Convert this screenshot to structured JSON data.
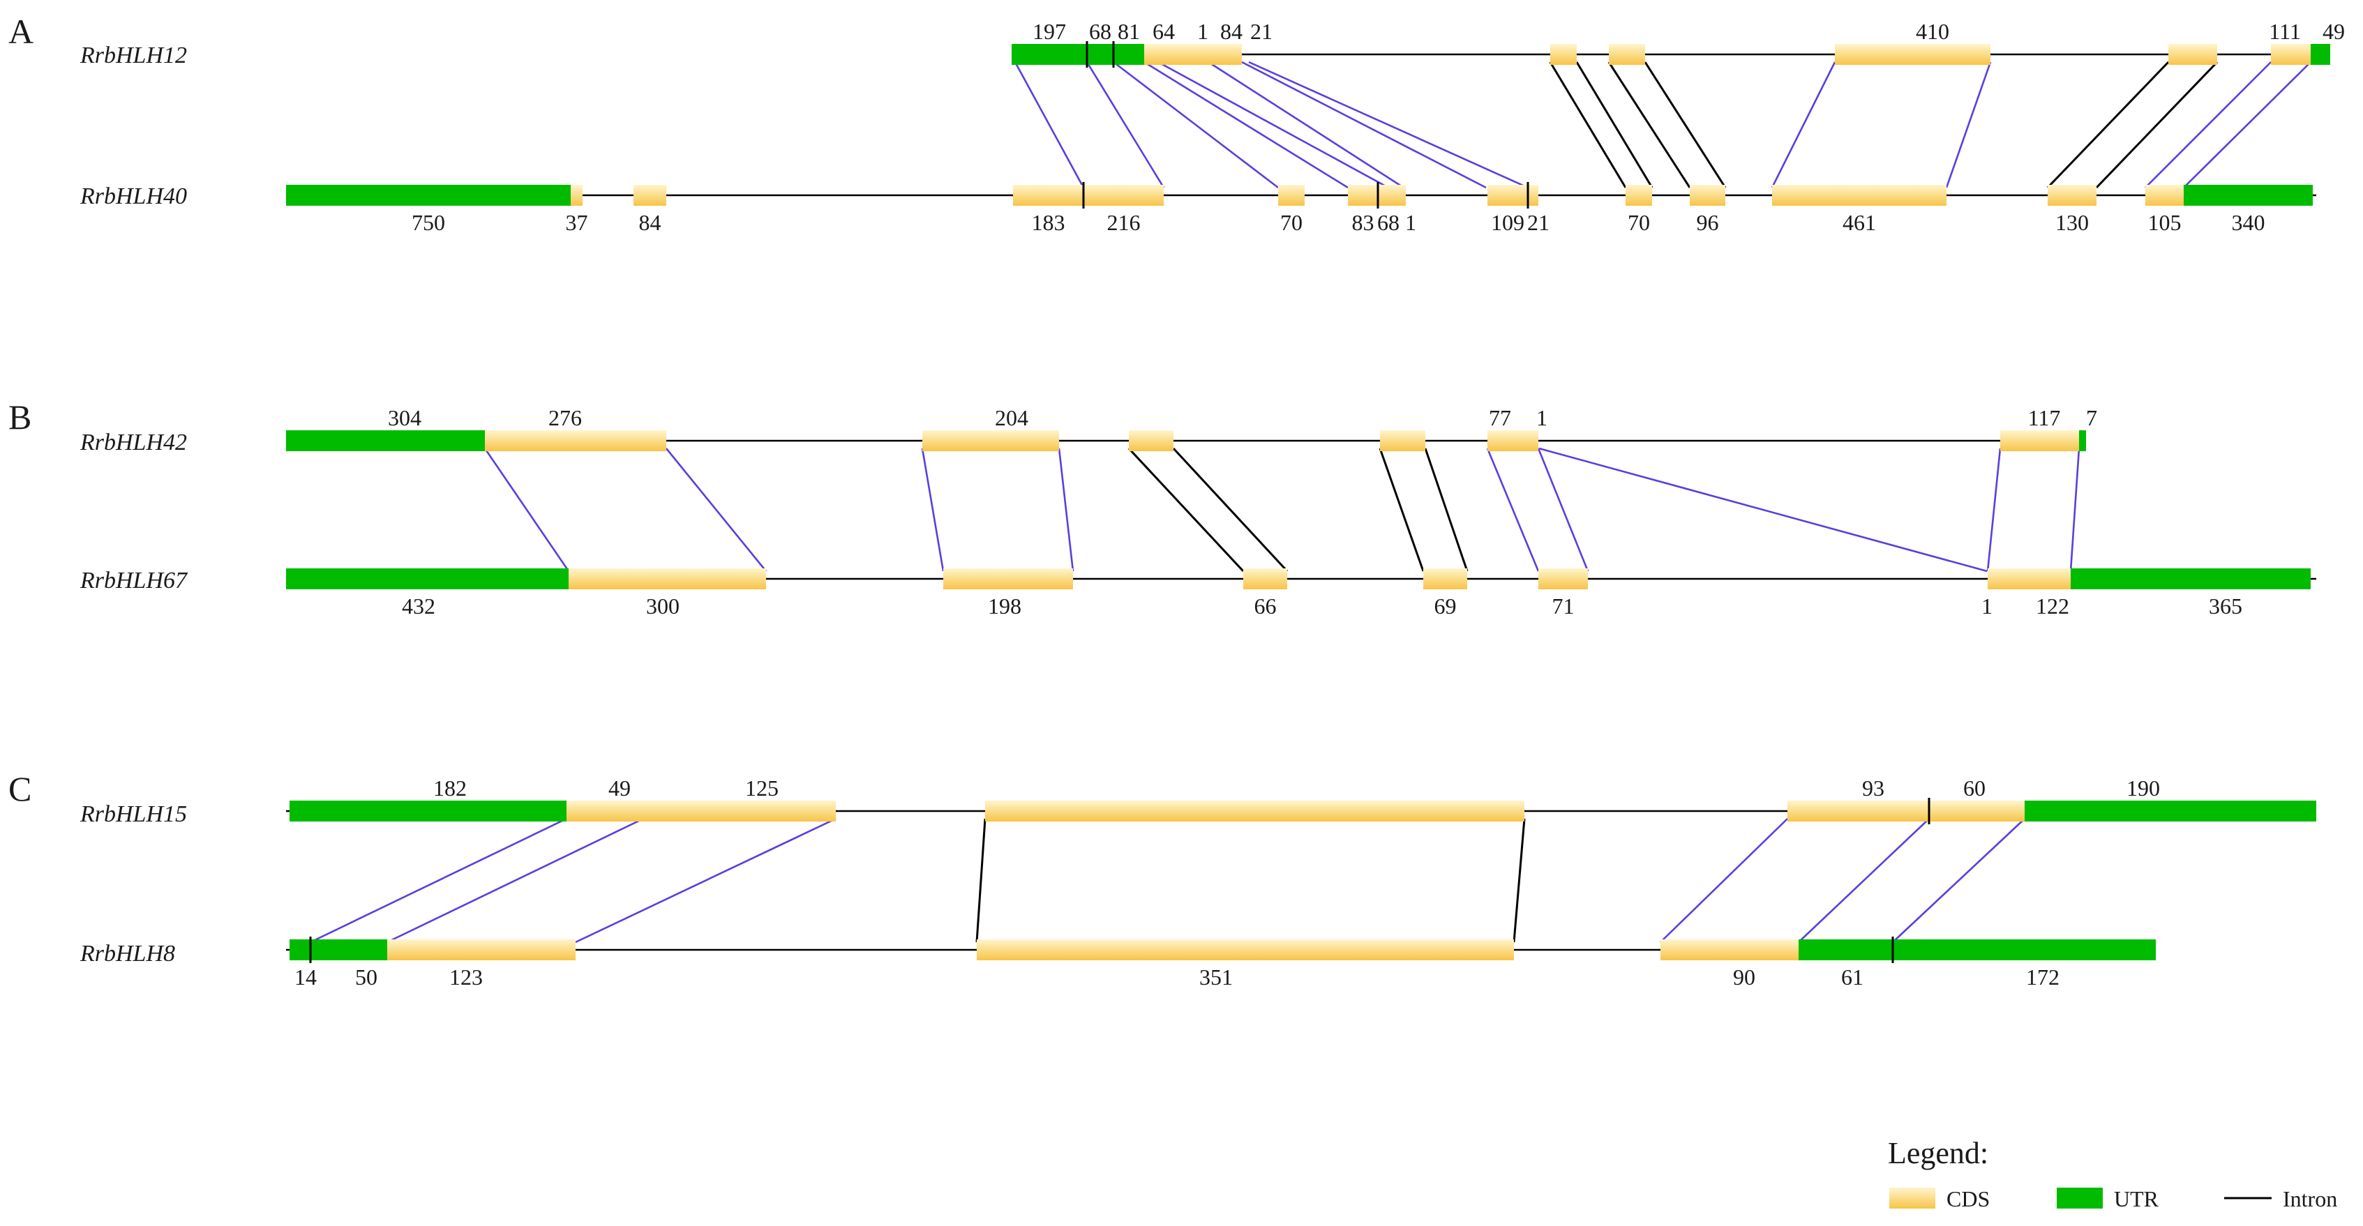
{
  "colors": {
    "cds_light": "#fff4c9",
    "cds_dark": "#f7c447",
    "utr": "#00bb00",
    "intron": "#000000",
    "connector_purple": "#5a3ee0",
    "connector_black": "#000000"
  },
  "panels": [
    {
      "letter": "A",
      "genes": [
        {
          "name": "RrbHLH12",
          "segments": [
            {
              "type": "utr",
              "len": 197
            },
            {
              "type": "utr",
              "len": 68
            },
            {
              "type": "utr",
              "len": 81
            },
            {
              "type": "cds",
              "len": 64
            },
            {
              "type": "cds",
              "len": 1
            },
            {
              "type": "cds",
              "len": 84
            },
            {
              "type": "cds",
              "len": 21
            },
            {
              "type": "cds"
            },
            {
              "type": "cds"
            },
            {
              "type": "cds",
              "len": 410
            },
            {
              "type": "cds"
            },
            {
              "type": "cds",
              "len": 111
            },
            {
              "type": "utr",
              "len": 49
            }
          ]
        },
        {
          "name": "RrbHLH40",
          "segments": [
            {
              "type": "utr",
              "len": 750
            },
            {
              "type": "cds",
              "len": 37
            },
            {
              "type": "cds",
              "len": 84
            },
            {
              "type": "cds",
              "len": 183
            },
            {
              "type": "cds",
              "len": 216
            },
            {
              "type": "cds",
              "len": 70
            },
            {
              "type": "cds",
              "len": 83
            },
            {
              "type": "cds",
              "len": 68
            },
            {
              "type": "cds",
              "len": 1
            },
            {
              "type": "cds",
              "len": 109
            },
            {
              "type": "cds",
              "len": 21
            },
            {
              "type": "cds",
              "len": 70
            },
            {
              "type": "cds",
              "len": 96
            },
            {
              "type": "cds",
              "len": 461
            },
            {
              "type": "cds",
              "len": 130
            },
            {
              "type": "cds",
              "len": 105
            },
            {
              "type": "utr",
              "len": 340
            }
          ]
        }
      ]
    },
    {
      "letter": "B",
      "genes": [
        {
          "name": "RrbHLH42",
          "segments": [
            {
              "type": "utr",
              "len": 304
            },
            {
              "type": "cds",
              "len": 276
            },
            {
              "type": "cds",
              "len": 204
            },
            {
              "type": "cds"
            },
            {
              "type": "cds"
            },
            {
              "type": "cds",
              "len": 77
            },
            {
              "type": "cds",
              "len": 1
            },
            {
              "type": "cds",
              "len": 117
            },
            {
              "type": "utr",
              "len": 7
            }
          ]
        },
        {
          "name": "RrbHLH67",
          "segments": [
            {
              "type": "utr",
              "len": 432
            },
            {
              "type": "cds",
              "len": 300
            },
            {
              "type": "cds",
              "len": 198
            },
            {
              "type": "cds",
              "len": 66
            },
            {
              "type": "cds",
              "len": 69
            },
            {
              "type": "cds",
              "len": 71
            },
            {
              "type": "cds",
              "len": 1
            },
            {
              "type": "cds",
              "len": 122
            },
            {
              "type": "utr",
              "len": 365
            }
          ]
        }
      ]
    },
    {
      "letter": "C",
      "genes": [
        {
          "name": "RrbHLH15",
          "segments": [
            {
              "type": "utr",
              "len": 182
            },
            {
              "type": "cds",
              "len": 49
            },
            {
              "type": "cds",
              "len": 125
            },
            {
              "type": "cds"
            },
            {
              "type": "cds",
              "len": 93
            },
            {
              "type": "cds",
              "len": 60
            },
            {
              "type": "utr",
              "len": 190
            }
          ]
        },
        {
          "name": "RrbHLH8",
          "segments": [
            {
              "type": "utr",
              "len": 14
            },
            {
              "type": "utr",
              "len": 50
            },
            {
              "type": "cds",
              "len": 123
            },
            {
              "type": "cds",
              "len": 351
            },
            {
              "type": "cds",
              "len": 90
            },
            {
              "type": "utr",
              "len": 61
            },
            {
              "type": "utr",
              "len": 172
            }
          ]
        }
      ]
    }
  ],
  "legend": {
    "title": "Legend:",
    "cds": "CDS",
    "utr": "UTR",
    "intron": "Intron"
  }
}
